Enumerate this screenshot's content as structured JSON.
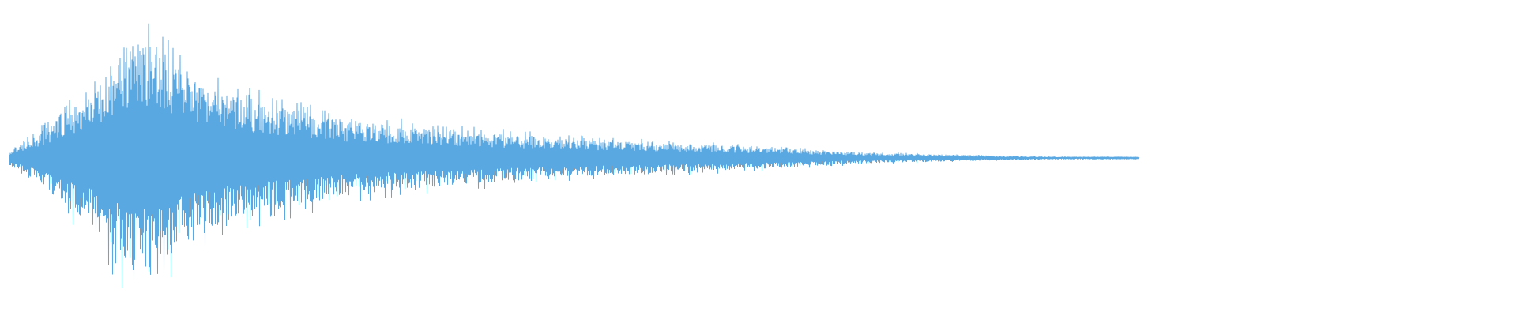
{
  "waveform": {
    "color": "#5aa8e2",
    "background": "#ffffff",
    "duration_fraction": 0.745,
    "peak_envelope": [
      0.06,
      0.2,
      0.42,
      0.6,
      0.95,
      0.99,
      0.72,
      0.58,
      0.5,
      0.44,
      0.4,
      0.34,
      0.3,
      0.28,
      0.26,
      0.24,
      0.22,
      0.2,
      0.18,
      0.16,
      0.15,
      0.14,
      0.13,
      0.12,
      0.11,
      0.1,
      0.09,
      0.08,
      0.06,
      0.05,
      0.04,
      0.035,
      0.03,
      0.025,
      0.02,
      0.015,
      0.012,
      0.01,
      0.008,
      0.005
    ]
  }
}
